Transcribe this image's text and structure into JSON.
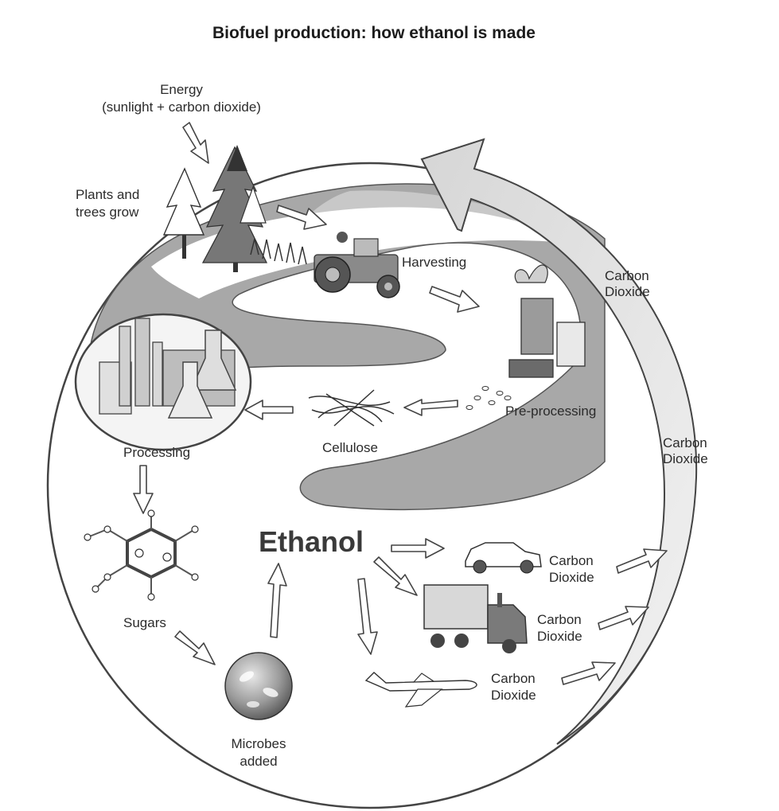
{
  "title": "Biofuel production: how ethanol is made",
  "energy": {
    "line1": "Energy",
    "line2": "(sunlight + carbon dioxide)"
  },
  "plants": {
    "line1": "Plants and",
    "line2": "trees grow"
  },
  "harvesting": "Harvesting",
  "preprocessing": "Pre-processing",
  "cellulose": "Cellulose",
  "processing": "Processing",
  "sugars": "Sugars",
  "microbes": {
    "line1": "Microbes",
    "line2": "added"
  },
  "ethanol": "Ethanol",
  "co2_outer_top": {
    "line1": "Carbon",
    "line2": "Dioxide"
  },
  "co2_outer_mid": {
    "line1": "Carbon",
    "line2": "Dioxide"
  },
  "co2_car": {
    "line1": "Carbon",
    "line2": "Dioxide"
  },
  "co2_truck": {
    "line1": "Carbon",
    "line2": "Dioxide"
  },
  "co2_plane": {
    "line1": "Carbon",
    "line2": "Dioxide"
  },
  "colors": {
    "band": "#a6a6a6",
    "band_light": "#c9c9c9",
    "outer_arrow": "#e4e4e4",
    "ink": "#333333"
  }
}
